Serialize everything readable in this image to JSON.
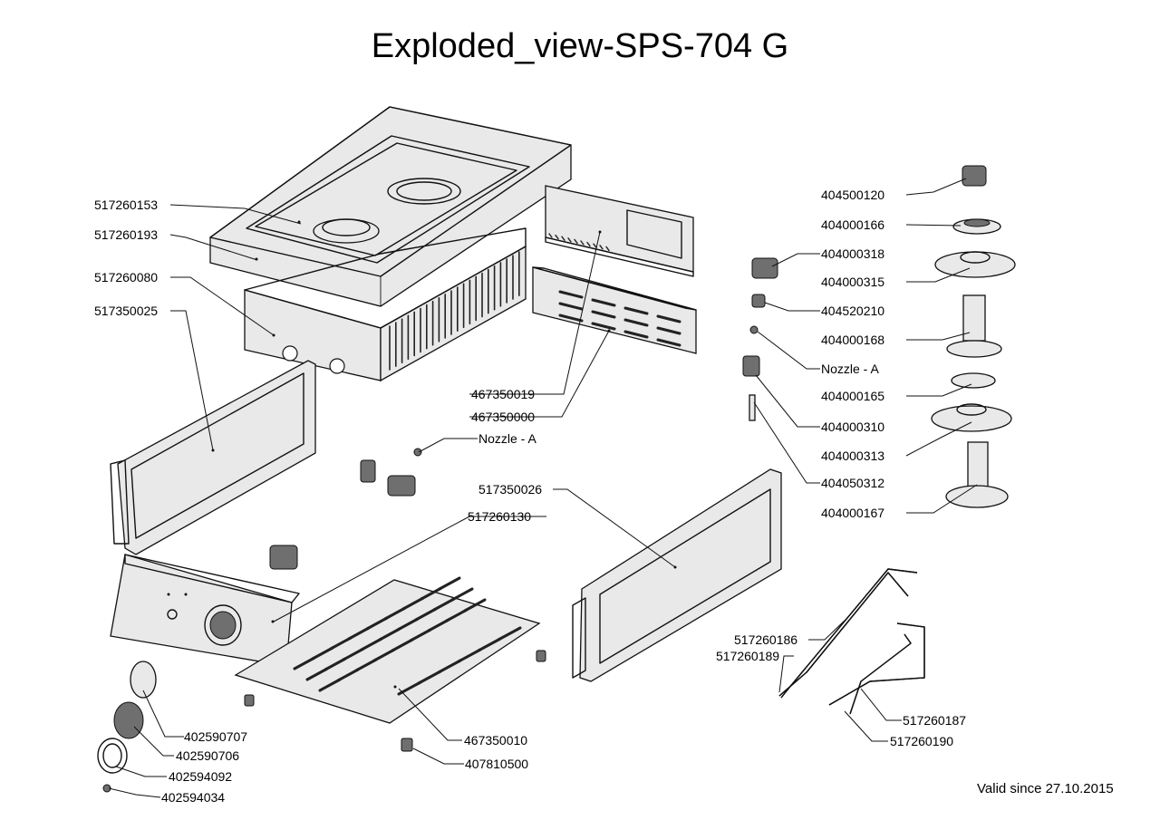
{
  "title": "Exploded_view-SPS-704 G",
  "footer": "Valid since 27.10.2015",
  "labels": [
    {
      "id": "l01",
      "text": "517260153"
    },
    {
      "id": "l02",
      "text": "517260193"
    },
    {
      "id": "l03",
      "text": "517260080"
    },
    {
      "id": "l04",
      "text": "517350025"
    },
    {
      "id": "l05",
      "text": "467350019"
    },
    {
      "id": "l06",
      "text": "467350000"
    },
    {
      "id": "l07",
      "text": "Nozzle - A"
    },
    {
      "id": "l08",
      "text": "517350026"
    },
    {
      "id": "l09",
      "text": "517260130"
    },
    {
      "id": "l10",
      "text": "404500120"
    },
    {
      "id": "l11",
      "text": "404000166"
    },
    {
      "id": "l12",
      "text": "404000318"
    },
    {
      "id": "l13",
      "text": "404000315"
    },
    {
      "id": "l14",
      "text": "404520210"
    },
    {
      "id": "l15",
      "text": "404000168"
    },
    {
      "id": "l16",
      "text": "Nozzle - A"
    },
    {
      "id": "l17",
      "text": "404000165"
    },
    {
      "id": "l18",
      "text": "404000310"
    },
    {
      "id": "l19",
      "text": "404000313"
    },
    {
      "id": "l20",
      "text": "404050312"
    },
    {
      "id": "l21",
      "text": "404000167"
    },
    {
      "id": "l22",
      "text": "517260186"
    },
    {
      "id": "l23",
      "text": "517260189"
    },
    {
      "id": "l24",
      "text": "517260187"
    },
    {
      "id": "l25",
      "text": "517260190"
    },
    {
      "id": "l26",
      "text": "402590707"
    },
    {
      "id": "l27",
      "text": "402590706"
    },
    {
      "id": "l28",
      "text": "402594092"
    },
    {
      "id": "l29",
      "text": "402594034"
    },
    {
      "id": "l30",
      "text": "467350010"
    },
    {
      "id": "l31",
      "text": "407810500"
    }
  ]
}
